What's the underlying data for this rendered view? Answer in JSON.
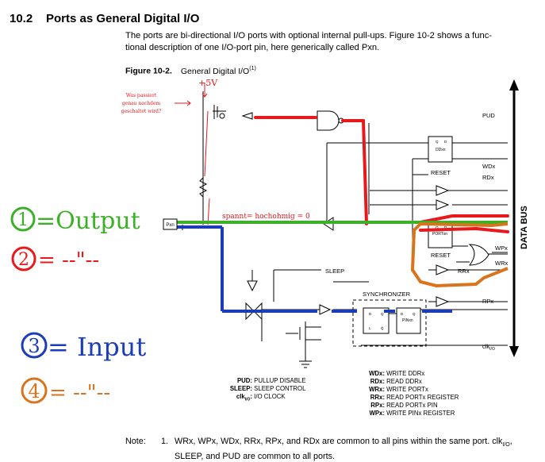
{
  "section": {
    "number": "10.2",
    "title": "Ports as General Digital I/O"
  },
  "intro": {
    "line1": "The ports are bi-directional I/O ports with optional internal pull-ups. Figure 10-2 shows a func-",
    "line2": "tional description of one I/O-port pin, here generically called Pxn."
  },
  "figure": {
    "label": "Figure 10-2.",
    "title": "General Digital I/O",
    "sup": "(1)"
  },
  "diagram": {
    "vcc_label": "+5V",
    "question": [
      "Was passiert",
      "genau nachdem",
      "geschaltet wird?"
    ],
    "pin_label": "Pxn",
    "spannung_note": "spannt= hochohmig = 0",
    "signals": {
      "pud": "PUD",
      "wdx": "WDx",
      "rdx": "RDx",
      "wpx": "WPx",
      "wrx": "WRx",
      "rrx": "RRx",
      "rpx": "RPx",
      "clk": "clk",
      "clk_sub": "I/O",
      "sleep": "SLEEP",
      "reset1": "RESET",
      "reset2": "RESET",
      "synchronizer": "SYNCHRONIZER",
      "data_bus": "DATA BUS",
      "ddxn": "DDxn",
      "portxn": "PORTxn",
      "pinxn": "PINxn"
    },
    "handwritten": {
      "n1": "1",
      "t1": "=Output",
      "n2": "2",
      "t2": "= --\"--",
      "n3": "3",
      "t3": "= Input",
      "n4": "4",
      "t4": "= --\"--"
    },
    "legend_left": [
      {
        "key": "PUD:",
        "value": "PULLUP DISABLE"
      },
      {
        "key": "SLEEP:",
        "value": "SLEEP CONTROL"
      },
      {
        "key": "clk",
        "sub": "I/O",
        "value": "I/O CLOCK"
      }
    ],
    "legend_right": [
      {
        "key": "WDx:",
        "value": "WRITE DDRx"
      },
      {
        "key": "RDx:",
        "value": "READ DDRx"
      },
      {
        "key": "WRx:",
        "value": "WRITE PORTx"
      },
      {
        "key": "RRx:",
        "value": "READ PORTx REGISTER"
      },
      {
        "key": "RPx:",
        "value": "READ PORTx PIN"
      },
      {
        "key": "WPx:",
        "value": "WRITE PINx REGISTER"
      }
    ]
  },
  "note": {
    "label": "Note:",
    "number": "1.",
    "line1": "WRx, WPx, WDx, RRx, RPx, and RDx are common to all pins within the same port. clk",
    "line1_sub": "I/O",
    "line1_end": ",",
    "line2": "SLEEP, and PUD are common to all ports."
  }
}
